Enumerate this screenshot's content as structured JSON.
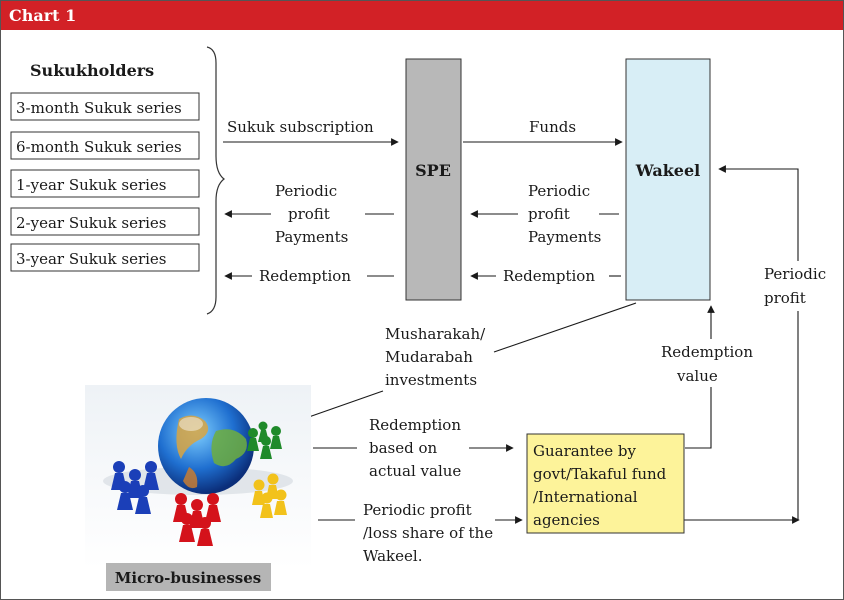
{
  "header": {
    "title": "Chart 1"
  },
  "colors": {
    "header": "#d22126",
    "spe_fill": "#b8b8b8",
    "wakeel_fill": "#d8eef6",
    "guarantee_fill": "#fdf39a",
    "micro_label_fill": "#b5b5b5"
  },
  "sukukholders": {
    "title": "Sukukholders",
    "series": [
      "3-month Sukuk series",
      "6-month Sukuk series",
      "1-year Sukuk series",
      "2-year Sukuk series",
      "3-year Sukuk series"
    ]
  },
  "nodes": {
    "spe": "SPE",
    "wakeel": "Wakeel"
  },
  "flows": {
    "subscription": "Sukuk subscription",
    "funds": "Funds",
    "periodic_left": [
      "Periodic",
      "profit",
      "Payments"
    ],
    "periodic_right": [
      "Periodic",
      "profit",
      "Payments"
    ],
    "redemption_left": "Redemption",
    "redemption_right": "Redemption",
    "periodic_profit_side": [
      "Periodic",
      "profit"
    ],
    "musharakah": [
      "Musharakah/",
      "Mudarabah",
      "investments"
    ],
    "redemption_value": [
      "Redemption",
      "value"
    ],
    "redemption_actual": [
      "Redemption",
      "based on",
      "actual value"
    ],
    "profit_loss": [
      "Periodic profit",
      "/loss share of the",
      "Wakeel."
    ]
  },
  "guarantee": [
    "Guarantee by",
    "govt/Takaful fund",
    "/International",
    "agencies"
  ],
  "micro": {
    "label": "Micro-businesses",
    "image_icon": "globe-with-figures-icon"
  }
}
